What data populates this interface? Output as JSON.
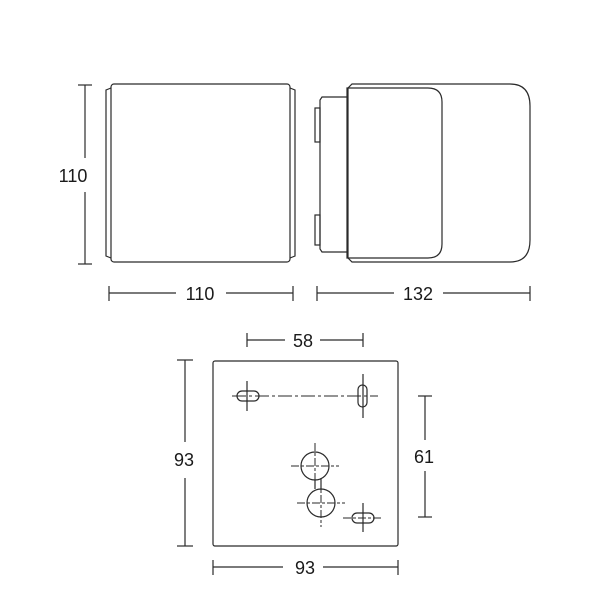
{
  "drawing": {
    "front_view": {
      "height_label": "110",
      "width_label": "110"
    },
    "side_view": {
      "depth_label": "132"
    },
    "mounting_plate": {
      "hole_spacing_label": "58",
      "height_label": "93",
      "width_label": "93",
      "vertical_spacing_label": "61"
    },
    "line_color": "#2a2a2a",
    "background_color": "#ffffff"
  }
}
